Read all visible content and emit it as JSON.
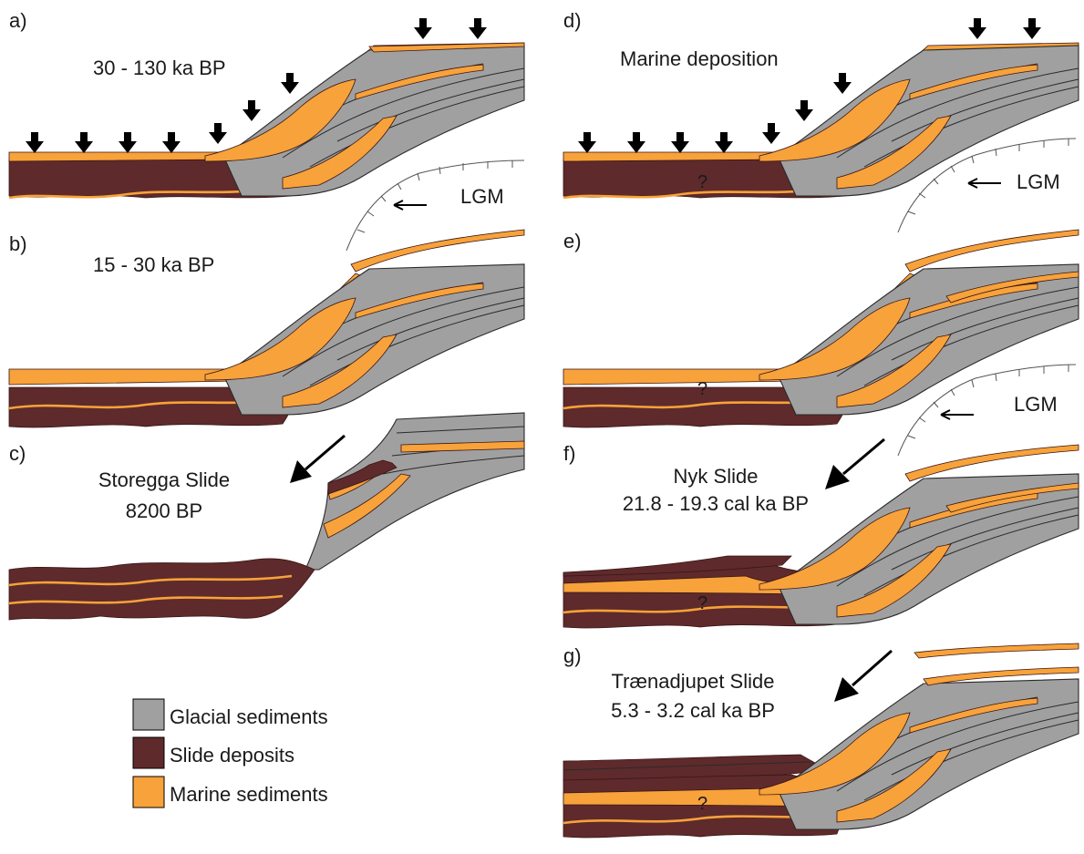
{
  "panels": {
    "a": {
      "letter": "a)",
      "caption": "30 - 130 ka BP"
    },
    "b": {
      "letter": "b)",
      "caption": "15 - 30 ka BP"
    },
    "c": {
      "letter": "c)",
      "caption_line1": "Storegga Slide",
      "caption_line2": "8200 BP"
    },
    "d": {
      "letter": "d)",
      "caption": "Marine deposition",
      "question": "?"
    },
    "e": {
      "letter": "e)",
      "question": "?"
    },
    "f": {
      "letter": "f)",
      "caption_line1": "Nyk Slide",
      "caption_line2": "21.8 - 19.3 cal ka BP",
      "question": "?"
    },
    "g": {
      "letter": "g)",
      "caption_line1": "Trænadjupet Slide",
      "caption_line2": "5.3 - 3.2 cal ka BP",
      "question": "?"
    }
  },
  "ice_label": "LGM",
  "legend": [
    {
      "label": "Glacial sediments",
      "color": "#a0a0a0"
    },
    {
      "label": "Slide deposits",
      "color": "#5e2a2b"
    },
    {
      "label": "Marine sediments",
      "color": "#f7a23a"
    }
  ]
}
